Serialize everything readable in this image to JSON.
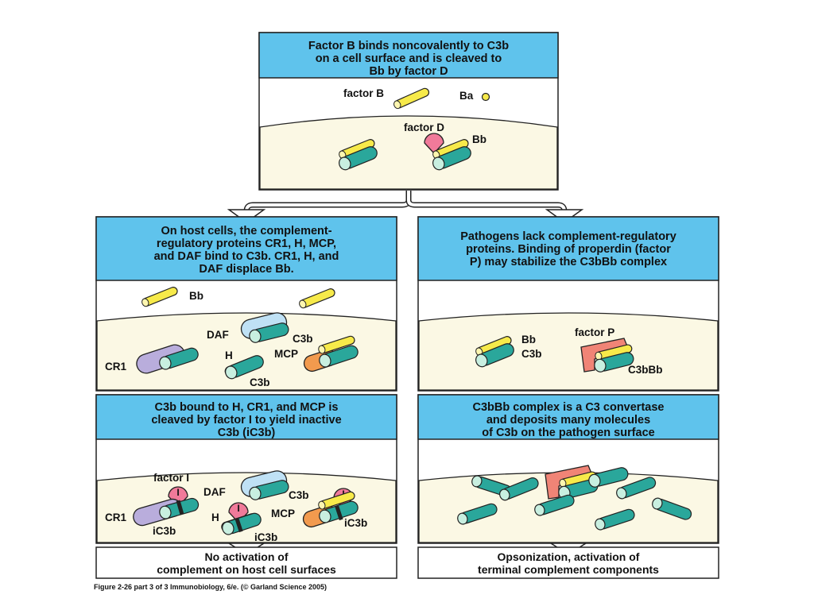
{
  "top_panel": {
    "title": [
      "Factor B binds noncovalently to C3b",
      "on a cell surface and is cleaved to",
      "Bb by factor D"
    ],
    "labels": {
      "factor_b": "factor B",
      "ba": "Ba",
      "factor_d": "factor D",
      "bb": "Bb"
    }
  },
  "host_panel": {
    "title": [
      "On host cells, the complement-",
      "regulatory proteins CR1, H, MCP,",
      "and DAF bind to C3b. CR1, H, and",
      "DAF displace Bb."
    ],
    "labels": {
      "bb": "Bb",
      "daf": "DAF",
      "c3b_daf": "C3b",
      "cr1": "CR1",
      "h": "H",
      "c3b_h": "C3b",
      "mcp": "MCP"
    }
  },
  "pathogen_panel": {
    "title": [
      "Pathogens lack complement-regulatory",
      "proteins. Binding of properdin (factor",
      "P) may stabilize the C3bBb complex"
    ],
    "labels": {
      "bb": "Bb",
      "c3b": "C3b",
      "factor_p": "factor P",
      "c3bbb": "C3bBb"
    }
  },
  "cleavage_panel": {
    "title": [
      "C3b bound to H, CR1, and MCP is",
      "cleaved by factor I to yield inactive",
      "C3b (iC3b)"
    ],
    "labels": {
      "factor_i": "factor I",
      "daf": "DAF",
      "c3b": "C3b",
      "cr1": "CR1",
      "ic3b_cr1": "iC3b",
      "h": "H",
      "ic3b_h": "iC3b",
      "mcp": "MCP",
      "ic3b_mcp": "iC3b",
      "i_marker": "I"
    }
  },
  "convertase_panel": {
    "title": [
      "C3bBb complex is a C3 convertase",
      "and deposits many molecules",
      "of C3b on the pathogen surface"
    ]
  },
  "results": {
    "left": [
      "No activation of",
      "complement on host cell surfaces"
    ],
    "right": [
      "Opsonization, activation of",
      "terminal complement components"
    ]
  },
  "caption": "Figure 2-26 part 3 of 3  Immunobiology, 6/e. (© Garland Science 2005)",
  "colors": {
    "title_bg": "#5fc3ec",
    "surface": "#fbf8e4",
    "teal": "#2aa79b",
    "teal_end": "#c8efe0",
    "yellow": "#f7ea4a",
    "pink": "#f07a9a",
    "lavender": "#b9addc",
    "light_blue": "#bfe1f5",
    "orange": "#f29a4e",
    "light_green": "#cfe3a0",
    "salmon": "#f08476",
    "outline": "#222222"
  }
}
